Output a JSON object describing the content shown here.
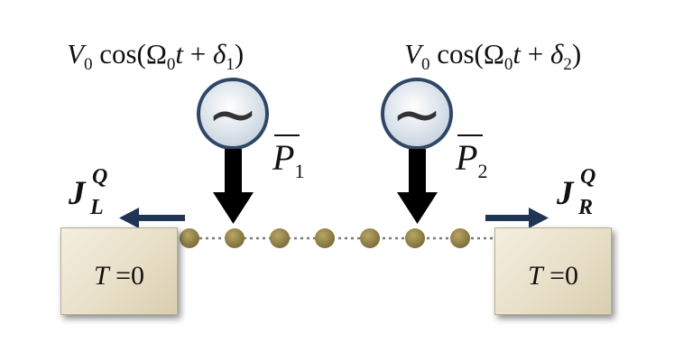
{
  "sources": [
    {
      "amplitude": "V",
      "amplitude_sub": "0",
      "func": "cos(",
      "omega": "Ω",
      "omega_sub": "0",
      "var": "t",
      "plus": " + ",
      "phase": "δ",
      "phase_sub": "1",
      "close": ")",
      "symbol": "~"
    },
    {
      "amplitude": "V",
      "amplitude_sub": "0",
      "func": "cos(",
      "omega": "Ω",
      "omega_sub": "0",
      "var": "t",
      "plus": " + ",
      "phase": "δ",
      "phase_sub": "2",
      "close": ")",
      "symbol": "~"
    }
  ],
  "powers": [
    {
      "symbol": "P",
      "index": "1"
    },
    {
      "symbol": "P",
      "index": "2"
    }
  ],
  "reservoirs": [
    {
      "var": "T",
      "eq": " =",
      "value": "0"
    },
    {
      "var": "T",
      "eq": " =",
      "value": "0"
    }
  ],
  "fluxes": [
    {
      "symbol": "J",
      "sup": "Q",
      "sub": "L"
    },
    {
      "symbol": "J",
      "sup": "Q",
      "sub": "R"
    }
  ],
  "colors": {
    "bead": "#8b7b41",
    "bead_highlight": "#b9a565",
    "source_ring": "#2f4766",
    "source_fill": "#d9e1ea",
    "flux_arrow": "#1f3556",
    "power_arrow": "#000000",
    "chain": "#7a7a7a"
  }
}
